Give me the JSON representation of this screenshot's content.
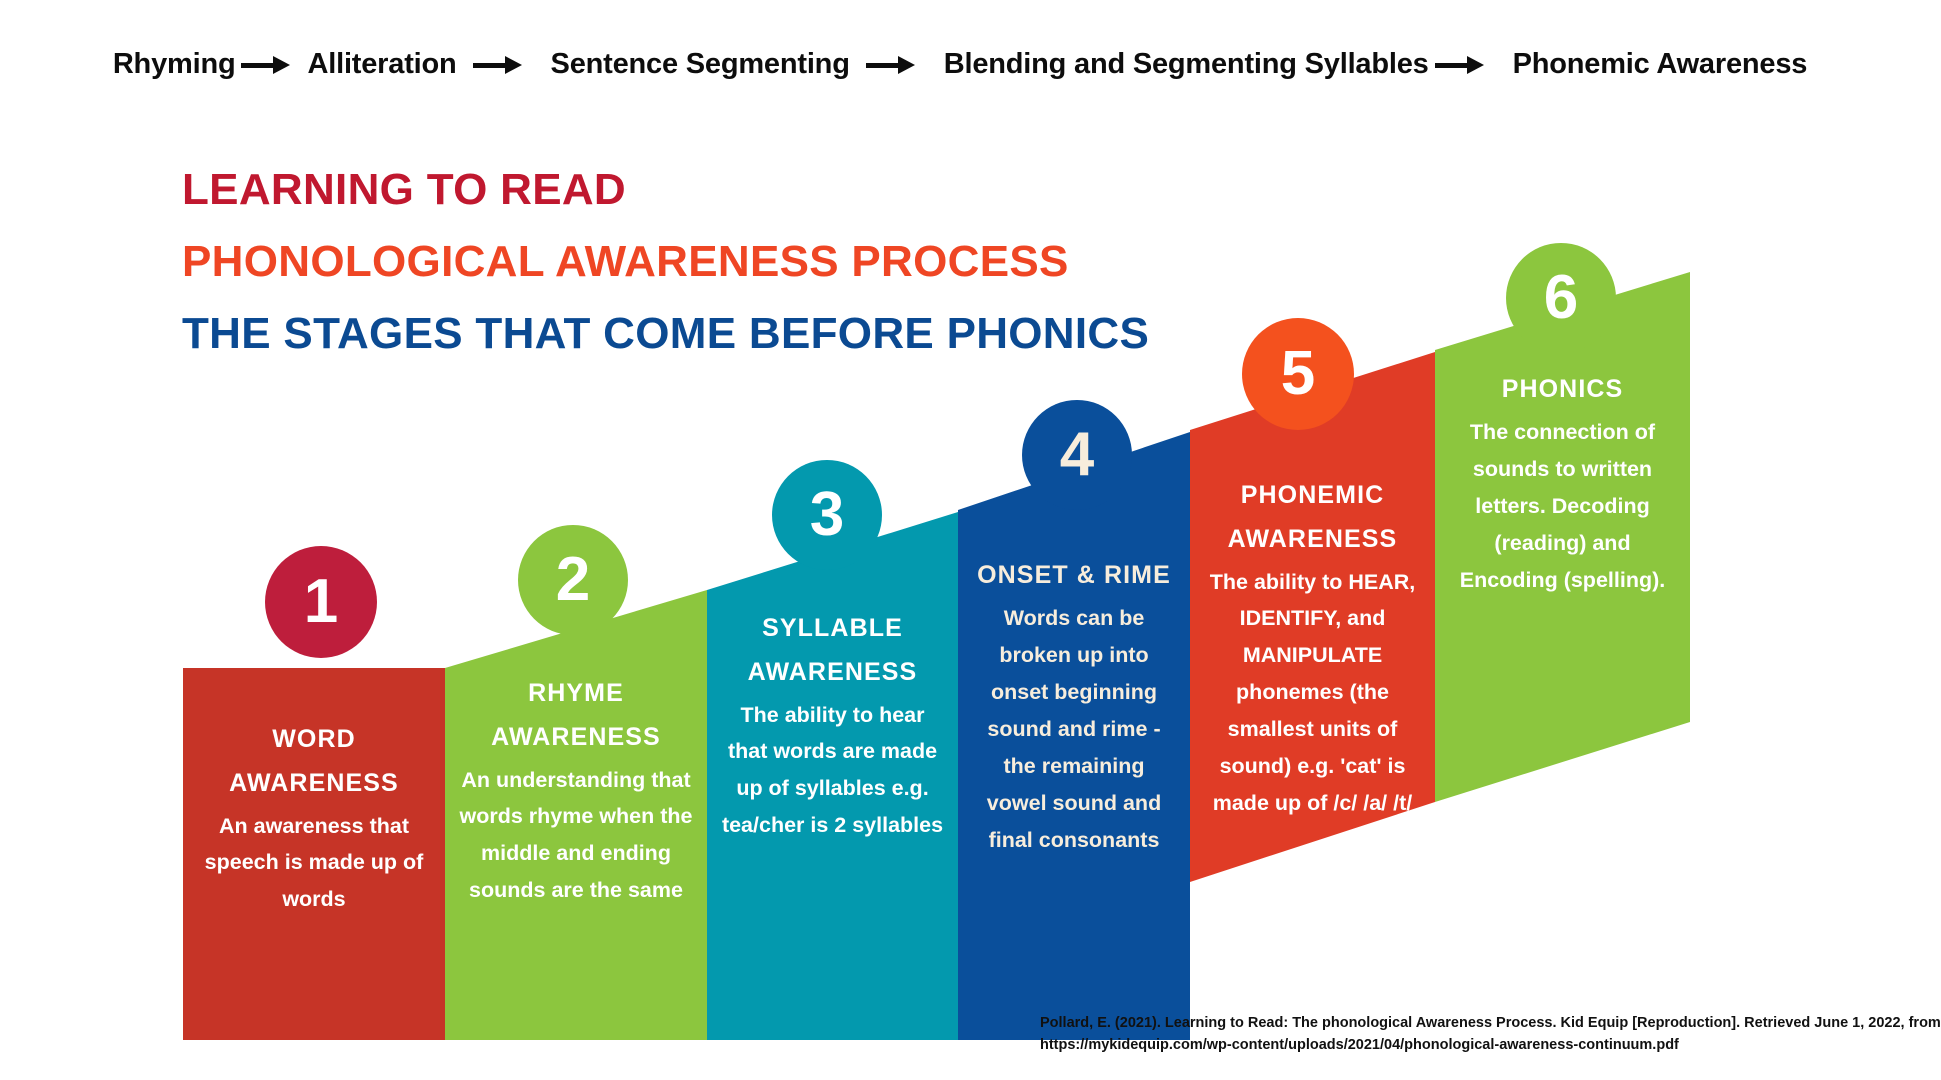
{
  "continuum": {
    "items": [
      "Rhyming",
      "Alliteration",
      "Sentence Segmenting",
      "Blending and Segmenting Syllables",
      "Phonemic Awareness"
    ],
    "arrow_icon": "arrow-right-icon"
  },
  "headline": {
    "line1": "LEARNING TO READ",
    "line2": "PHONOLOGICAL AWARENESS PROCESS",
    "line3": "THE STAGES THAT COME BEFORE PHONICS",
    "color1": "#C0182F",
    "color2": "#EF4624",
    "color3": "#0B4A92"
  },
  "stages": [
    {
      "number": "1",
      "title": "WORD AWARENESS",
      "description": "An awareness that speech is made up of words",
      "block_color": "#C63427",
      "circle_color": "#BE1E3C",
      "text_color": "#FFFFFF"
    },
    {
      "number": "2",
      "title": "RHYME AWARENESS",
      "description": "An understanding that words rhyme when the middle and ending sounds are the same",
      "block_color": "#8CC63E",
      "circle_color": "#8CC63E",
      "text_color": "#FFFFFF"
    },
    {
      "number": "3",
      "title": "SYLLABLE AWARENESS",
      "description": "The ability to hear that words are made up of syllables e.g. tea/cher is 2 syllables",
      "block_color": "#0399AE",
      "circle_color": "#0399AE",
      "text_color": "#FFFFFF"
    },
    {
      "number": "4",
      "title": "ONSET & RIME",
      "description": "Words can be broken up into onset beginning sound and rime - the remaining vowel sound and final consonants",
      "block_color": "#0A4F9B",
      "circle_color": "#0A4F9B",
      "text_color": "#F7EDDC"
    },
    {
      "number": "5",
      "title": "PHONEMIC AWARENESS",
      "description": "The ability to HEAR, IDENTIFY, and MANIPULATE phonemes (the smallest units of sound) e.g. 'cat' is made up of /c/ /a/ /t/",
      "block_color": "#E03C26",
      "circle_color": "#F4511E",
      "text_color": "#FFFFFF"
    },
    {
      "number": "6",
      "title": "PHONICS",
      "description": "The connection of sounds to written letters. Decoding (reading) and Encoding (spelling).",
      "block_color": "#8CC63E",
      "circle_color": "#8CC63E",
      "text_color": "#FFFFFF"
    }
  ],
  "citation": {
    "line1": "Pollard, E. (2021). Learning to Read: The phonological Awareness Process. Kid Equip [Reproduction]. Retrieved June 1, 2022, from",
    "line2": "https://mykidequip.com/wp-content/uploads/2021/04/phonological-awareness-continuum.pdf"
  }
}
